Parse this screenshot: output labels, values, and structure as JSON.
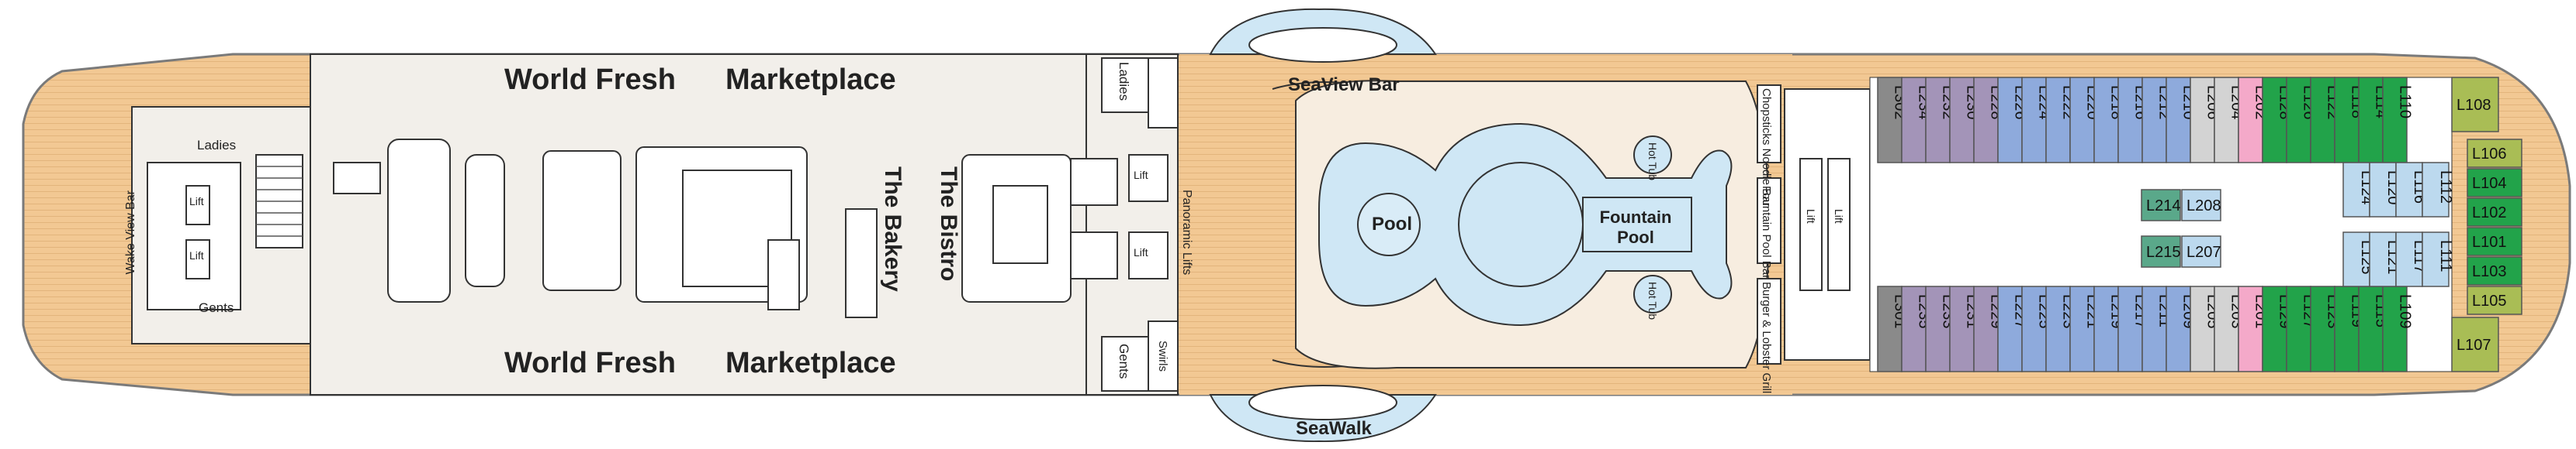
{
  "colors": {
    "deck_wood": "#f2c893",
    "interior": "#f2efea",
    "pool_water": "#cfe7f5",
    "hull_gray": "#8a8a8a",
    "balcony_blue": "#8eaadc",
    "inside_gray": "#d3d3d3",
    "suite_purple": "#a394b8",
    "oceanview_light_blue": "#bcd9ee",
    "mini_suite_green": "#22a34a",
    "stateroom_olive": "#a9bd55",
    "orange_room": "#f6b98a",
    "pink_room": "#f4a9c9",
    "teal_room": "#5aa88a"
  },
  "venues": {
    "world_fresh_top": "World Fresh",
    "marketplace_top": "Marketplace",
    "world_fresh_bottom": "World Fresh",
    "marketplace_bottom": "Marketplace",
    "the_bakery": "The Bakery",
    "the_bistro": "The Bistro",
    "seaview_bar": "SeaView Bar",
    "seawalk": "SeaWalk",
    "pool": "Pool",
    "fountain_pool": "Fountain Pool",
    "hot_tub_top": "Hot Tub",
    "hot_tub_bottom": "Hot Tub",
    "chopsticks_noodle_bar": "Chopsticks Noodle Bar",
    "fountain_pool_bar": "Fountain Pool Bar",
    "burger_lobster_grill": "Burger & Lobster Grill",
    "wake_view_bar": "Wake View Bar",
    "panoramic_lifts": "Panoramic Lifts",
    "swirls": "Swirls"
  },
  "facilities": {
    "ladies_aft": "Ladies",
    "gents_aft": "Gents",
    "ladies_mid": "Ladies",
    "gents_mid": "Gents",
    "lift": "Lift"
  },
  "cabins": {
    "top_row": [
      "L302",
      "L234",
      "L232",
      "L230",
      "L228",
      "L226",
      "L224",
      "L222",
      "L220",
      "L218",
      "L216",
      "L212",
      "L210",
      "L206",
      "L204",
      "L202",
      "L128",
      "L126",
      "L122",
      "L118",
      "L114",
      "L110",
      "L108"
    ],
    "bottom_row": [
      "L301",
      "L235",
      "L233",
      "L231",
      "L229",
      "L227",
      "L225",
      "L223",
      "L221",
      "L219",
      "L217",
      "L211",
      "L209",
      "L205",
      "L203",
      "L201",
      "L129",
      "L127",
      "L123",
      "L119",
      "L115",
      "L109",
      "L107"
    ],
    "mid_inside": [
      "L214",
      "L208",
      "L215",
      "L207"
    ],
    "mid_forward_top": [
      "L124",
      "L120",
      "L116",
      "L112"
    ],
    "mid_forward_bottom": [
      "L125",
      "L121",
      "L117",
      "L111"
    ],
    "bow": [
      "L106",
      "L104",
      "L102",
      "L101",
      "L103",
      "L105"
    ]
  }
}
